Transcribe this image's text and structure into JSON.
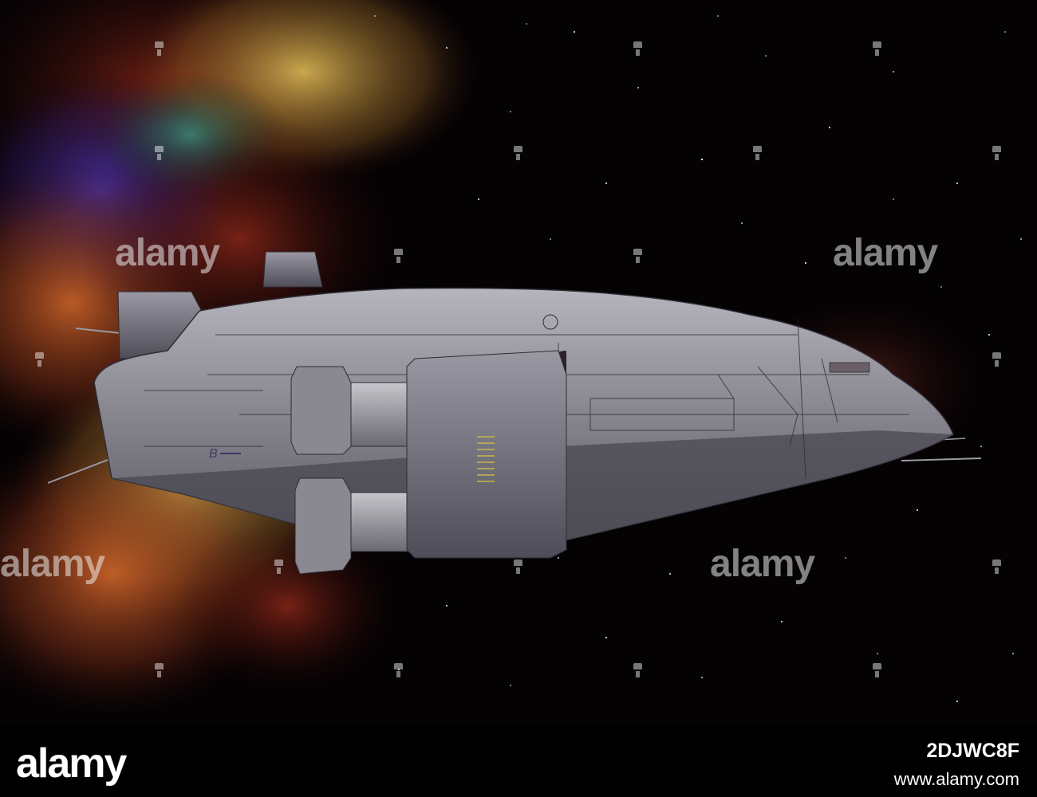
{
  "watermark": {
    "text": "alamy"
  },
  "footer": {
    "logo": "alamy",
    "image_id": "2DJWC8F",
    "url": "www.alamy.com"
  },
  "scene": {
    "icons": [
      "nebula-illustration",
      "starfield-illustration",
      "spaceship-illustration"
    ],
    "colors": {
      "space": "#050204",
      "nebula_orange": "#c8642a",
      "nebula_yellow": "#d9b24a",
      "nebula_blue": "#3a2a8c",
      "nebula_teal": "#2e8a78",
      "hull": "#8a8890"
    },
    "hull_marking": "B"
  }
}
